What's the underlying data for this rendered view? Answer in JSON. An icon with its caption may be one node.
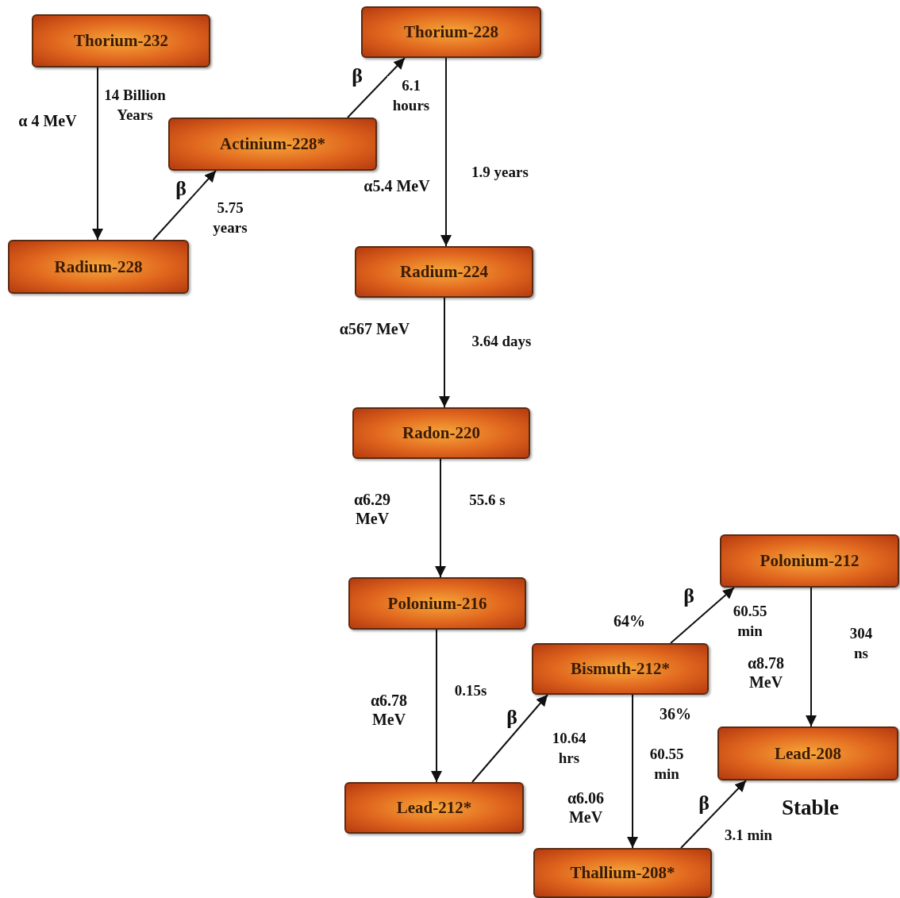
{
  "diagram": {
    "nodes": [
      {
        "text": [
          "Thorium-232"
        ]
      },
      {
        "text": [
          "Thorium-228"
        ]
      },
      {
        "text": [
          "Actinium-228*"
        ]
      },
      {
        "text": [
          "Radium-228"
        ]
      },
      {
        "text": [
          "Radium-224"
        ]
      },
      {
        "text": [
          "Radon-220"
        ]
      },
      {
        "text": [
          "Polonium-216"
        ]
      },
      {
        "text": [
          "Bismuth-212*"
        ]
      },
      {
        "text": [
          "Polonium-212"
        ]
      },
      {
        "text": [
          "Lead-212*"
        ]
      },
      {
        "text": [
          "Lead-208"
        ],
        "beside": [
          "Stable"
        ]
      },
      {
        "text": [
          "Thallium-208*"
        ]
      }
    ],
    "edges": [
      {
        "from": 0,
        "to": 3,
        "arrow": "to",
        "label": "14 Billion Years"
      },
      {
        "from": 3,
        "to": 2,
        "arrow": "to",
        "label": "5.75 years"
      },
      {
        "from": 2,
        "to": 1,
        "arrow": "to",
        "label": "6.1 hours"
      },
      {
        "from": 1,
        "to": 4,
        "arrow": "to",
        "label": "1.9 years"
      },
      {
        "from": 4,
        "to": 5,
        "arrow": "to",
        "label": "3.64 days"
      },
      {
        "from": 5,
        "to": 6,
        "arrow": "to",
        "label": "55.6 s"
      },
      {
        "from": 6,
        "to": 9,
        "arrow": "to",
        "label": "0.15s"
      },
      {
        "from": 9,
        "to": 7,
        "arrow": "to",
        "label": "10.64 hrs"
      },
      {
        "from": 7,
        "to": 8,
        "arrow": "to",
        "label": "60.55 min"
      },
      {
        "from": 7,
        "to": 11,
        "arrow": "to",
        "label": "60.55 min"
      },
      {
        "from": 8,
        "to": 10,
        "arrow": "to",
        "label": "304 ns"
      },
      {
        "from": 11,
        "to": 10,
        "arrow": "to",
        "label": "3.1 min"
      }
    ],
    "labels": [
      "β",
      "α 4 MeV",
      "β",
      "α5.4 MeV",
      "α567 MeV",
      "α6.29 MeV",
      "β",
      "64%",
      "α8.78 MeV",
      "α6.78 MeV",
      "36%",
      "β",
      "α6.06 MeV",
      "β"
    ]
  }
}
